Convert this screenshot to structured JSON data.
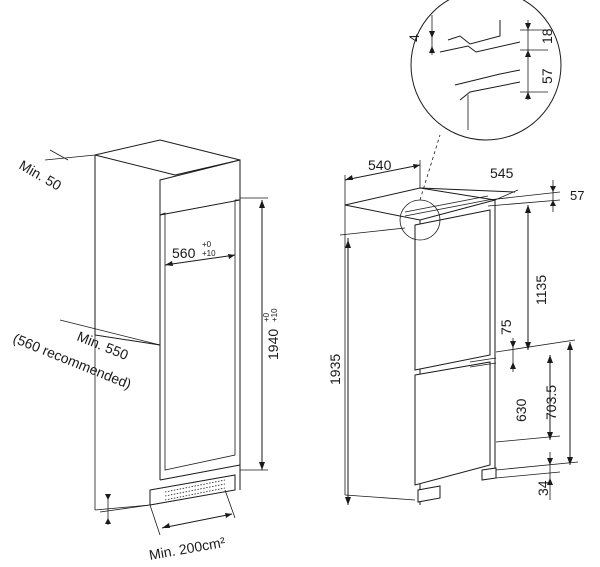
{
  "left_diagram": {
    "min_top_clearance": "Min. 50",
    "niche_width": "560",
    "niche_width_tol_upper": "+0",
    "niche_width_tol_lower": "+10",
    "niche_height": "1940",
    "niche_height_tol_upper": "+0",
    "niche_height_tol_lower": "+10",
    "min_depth": "Min. 550",
    "min_depth_note": "(560 recommended)",
    "vent_area": "Min. 200cm²"
  },
  "right_diagram": {
    "appliance_width": "540",
    "appliance_depth": "545",
    "top_offset": "57",
    "total_height": "1935",
    "fridge_height": "1135",
    "gap_height": "75",
    "freezer_height": "630",
    "hinge_height": "703.5",
    "foot_height": "34"
  },
  "detail": {
    "gap_dimension": "4",
    "upper_dimension": "18",
    "lower_dimension": "57"
  }
}
